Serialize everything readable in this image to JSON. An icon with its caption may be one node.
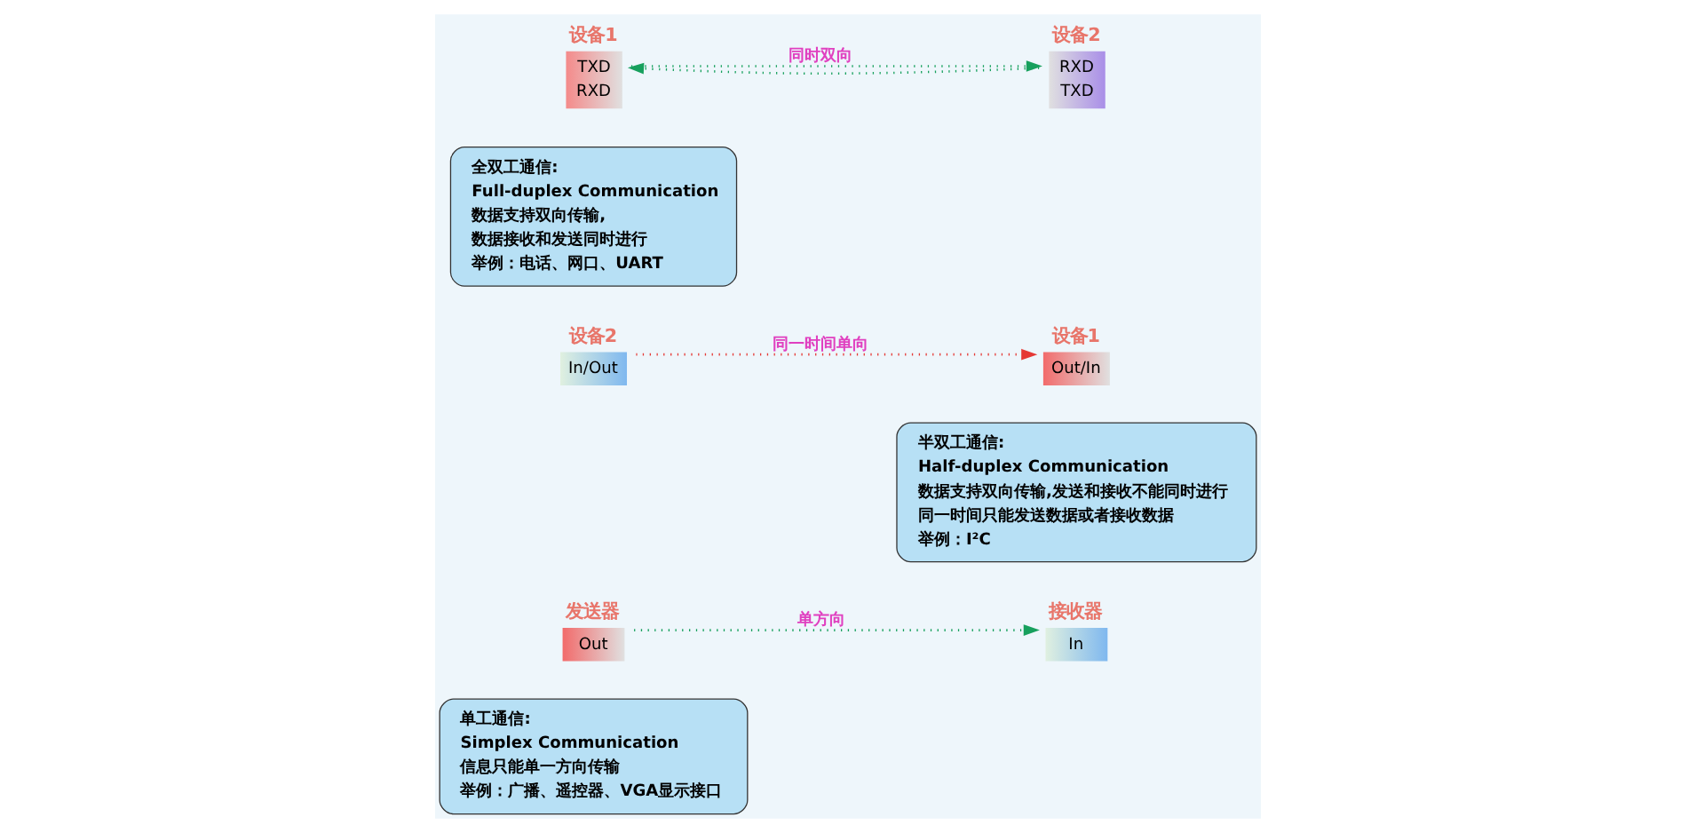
{
  "diagram": {
    "nodes": [
      {
        "text": [
          "单工通信:",
          "Simplex Communication",
          "信息只能单一方向传输",
          "举例：广播、遥控器、VGA显示接口"
        ]
      },
      {
        "text": [
          "发送器",
          "Out"
        ]
      },
      {
        "text": [
          "接收器",
          "In"
        ]
      },
      {
        "text": [
          "半双工通信:",
          "Half-duplex Communication",
          "数据支持双向传输,发送和接收不能同时进行",
          "同一时间只能发送数据或者接收数据",
          "举例：I²C"
        ]
      },
      {
        "text": [
          "设备1",
          "Out/In"
        ]
      },
      {
        "text": [
          "设备2",
          "In/Out"
        ]
      },
      {
        "text": [
          "全双工通信:",
          "Full-duplex Communication",
          "数据支持双向传输,",
          "数据接收和发送同时进行",
          "举例：电话、网口、UART"
        ]
      },
      {
        "text": [
          "设备1",
          "TXD",
          "RXD"
        ]
      },
      {
        "text": [
          "设备2",
          "RXD",
          "TXD"
        ]
      }
    ],
    "edges": [
      {
        "from": 1,
        "to": 2,
        "arrow": "to",
        "label": "单方向",
        "style": "dashed"
      },
      {
        "from": 5,
        "to": 4,
        "arrow": "to",
        "label": "同一时间单向",
        "style": "dashed",
        "color": "#e53935"
      },
      {
        "from": 7,
        "to": 8,
        "arrow": "to",
        "label": "同时双向",
        "style": "dashed"
      },
      {
        "from": 8,
        "to": 7,
        "arrow": "to",
        "style": "dashed"
      }
    ]
  }
}
